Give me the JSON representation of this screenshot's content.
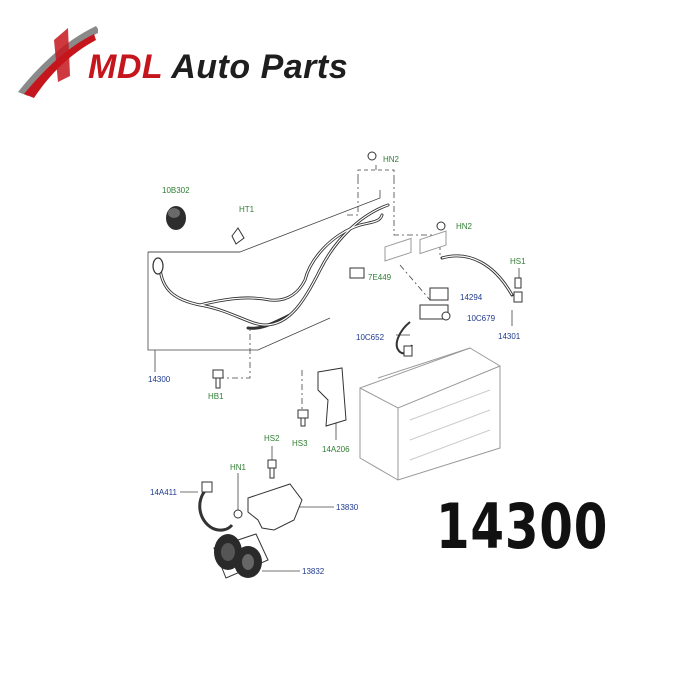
{
  "brand": {
    "name_part1": "MDL",
    "name_part2": " Auto Parts",
    "accent_color": "#c4161c",
    "text_color": "#1e1e1e"
  },
  "part_number_display": "14300",
  "callouts": {
    "hn2_top": "HN2",
    "c10b302": "10B302",
    "ht1": "HT1",
    "hn2_right": "HN2",
    "hs1": "HS1",
    "e7e449": "7E449",
    "p14294": "14294",
    "c10c679": "10C679",
    "c10c652": "10C652",
    "p14301": "14301",
    "p14300": "14300",
    "hb1": "HB1",
    "hs3": "HS3",
    "a14a206": "14A206",
    "hs2": "HS2",
    "hn1": "HN1",
    "a14a411": "14A411",
    "p13830": "13830",
    "p13832": "13832"
  },
  "colors": {
    "part_label": "#1f3a8f",
    "fastener_label": "#2f7d32",
    "line": "#444444"
  }
}
